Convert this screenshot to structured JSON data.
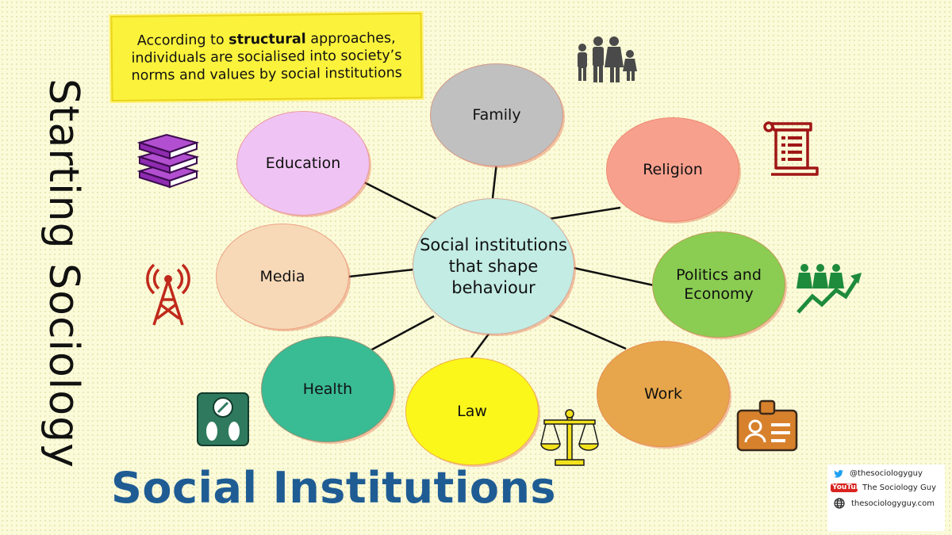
{
  "vertical_title": "Starting Sociology",
  "note": {
    "before": "According to ",
    "emphasis": "structural",
    "after": " approaches, individuals are socialised into society’s norms and values by social institutions"
  },
  "center_node": "Social institutions that shape behaviour",
  "institutions": [
    {
      "label": "Family",
      "color": "#c0c0c0"
    },
    {
      "label": "Religion",
      "color": "#f8a08e"
    },
    {
      "label": "Politics and Economy",
      "color": "#8acd52"
    },
    {
      "label": "Work",
      "color": "#e7a64b"
    },
    {
      "label": "Law",
      "color": "#fbf71b"
    },
    {
      "label": "Health",
      "color": "#39bb94"
    },
    {
      "label": "Media",
      "color": "#f7d9b8"
    },
    {
      "label": "Education",
      "color": "#efc4f4"
    }
  ],
  "icons": [
    "family-icon",
    "scroll-icon",
    "growth-chart-icon",
    "id-badge-icon",
    "scales-icon",
    "weighing-scale-icon",
    "radio-tower-icon",
    "books-icon"
  ],
  "main_title": "Social Institutions",
  "social": {
    "twitter": "@thesociologyguy",
    "youtube_logo": "YouTube",
    "youtube": "The Sociology Guy",
    "website": "thesociologyguy.com"
  }
}
